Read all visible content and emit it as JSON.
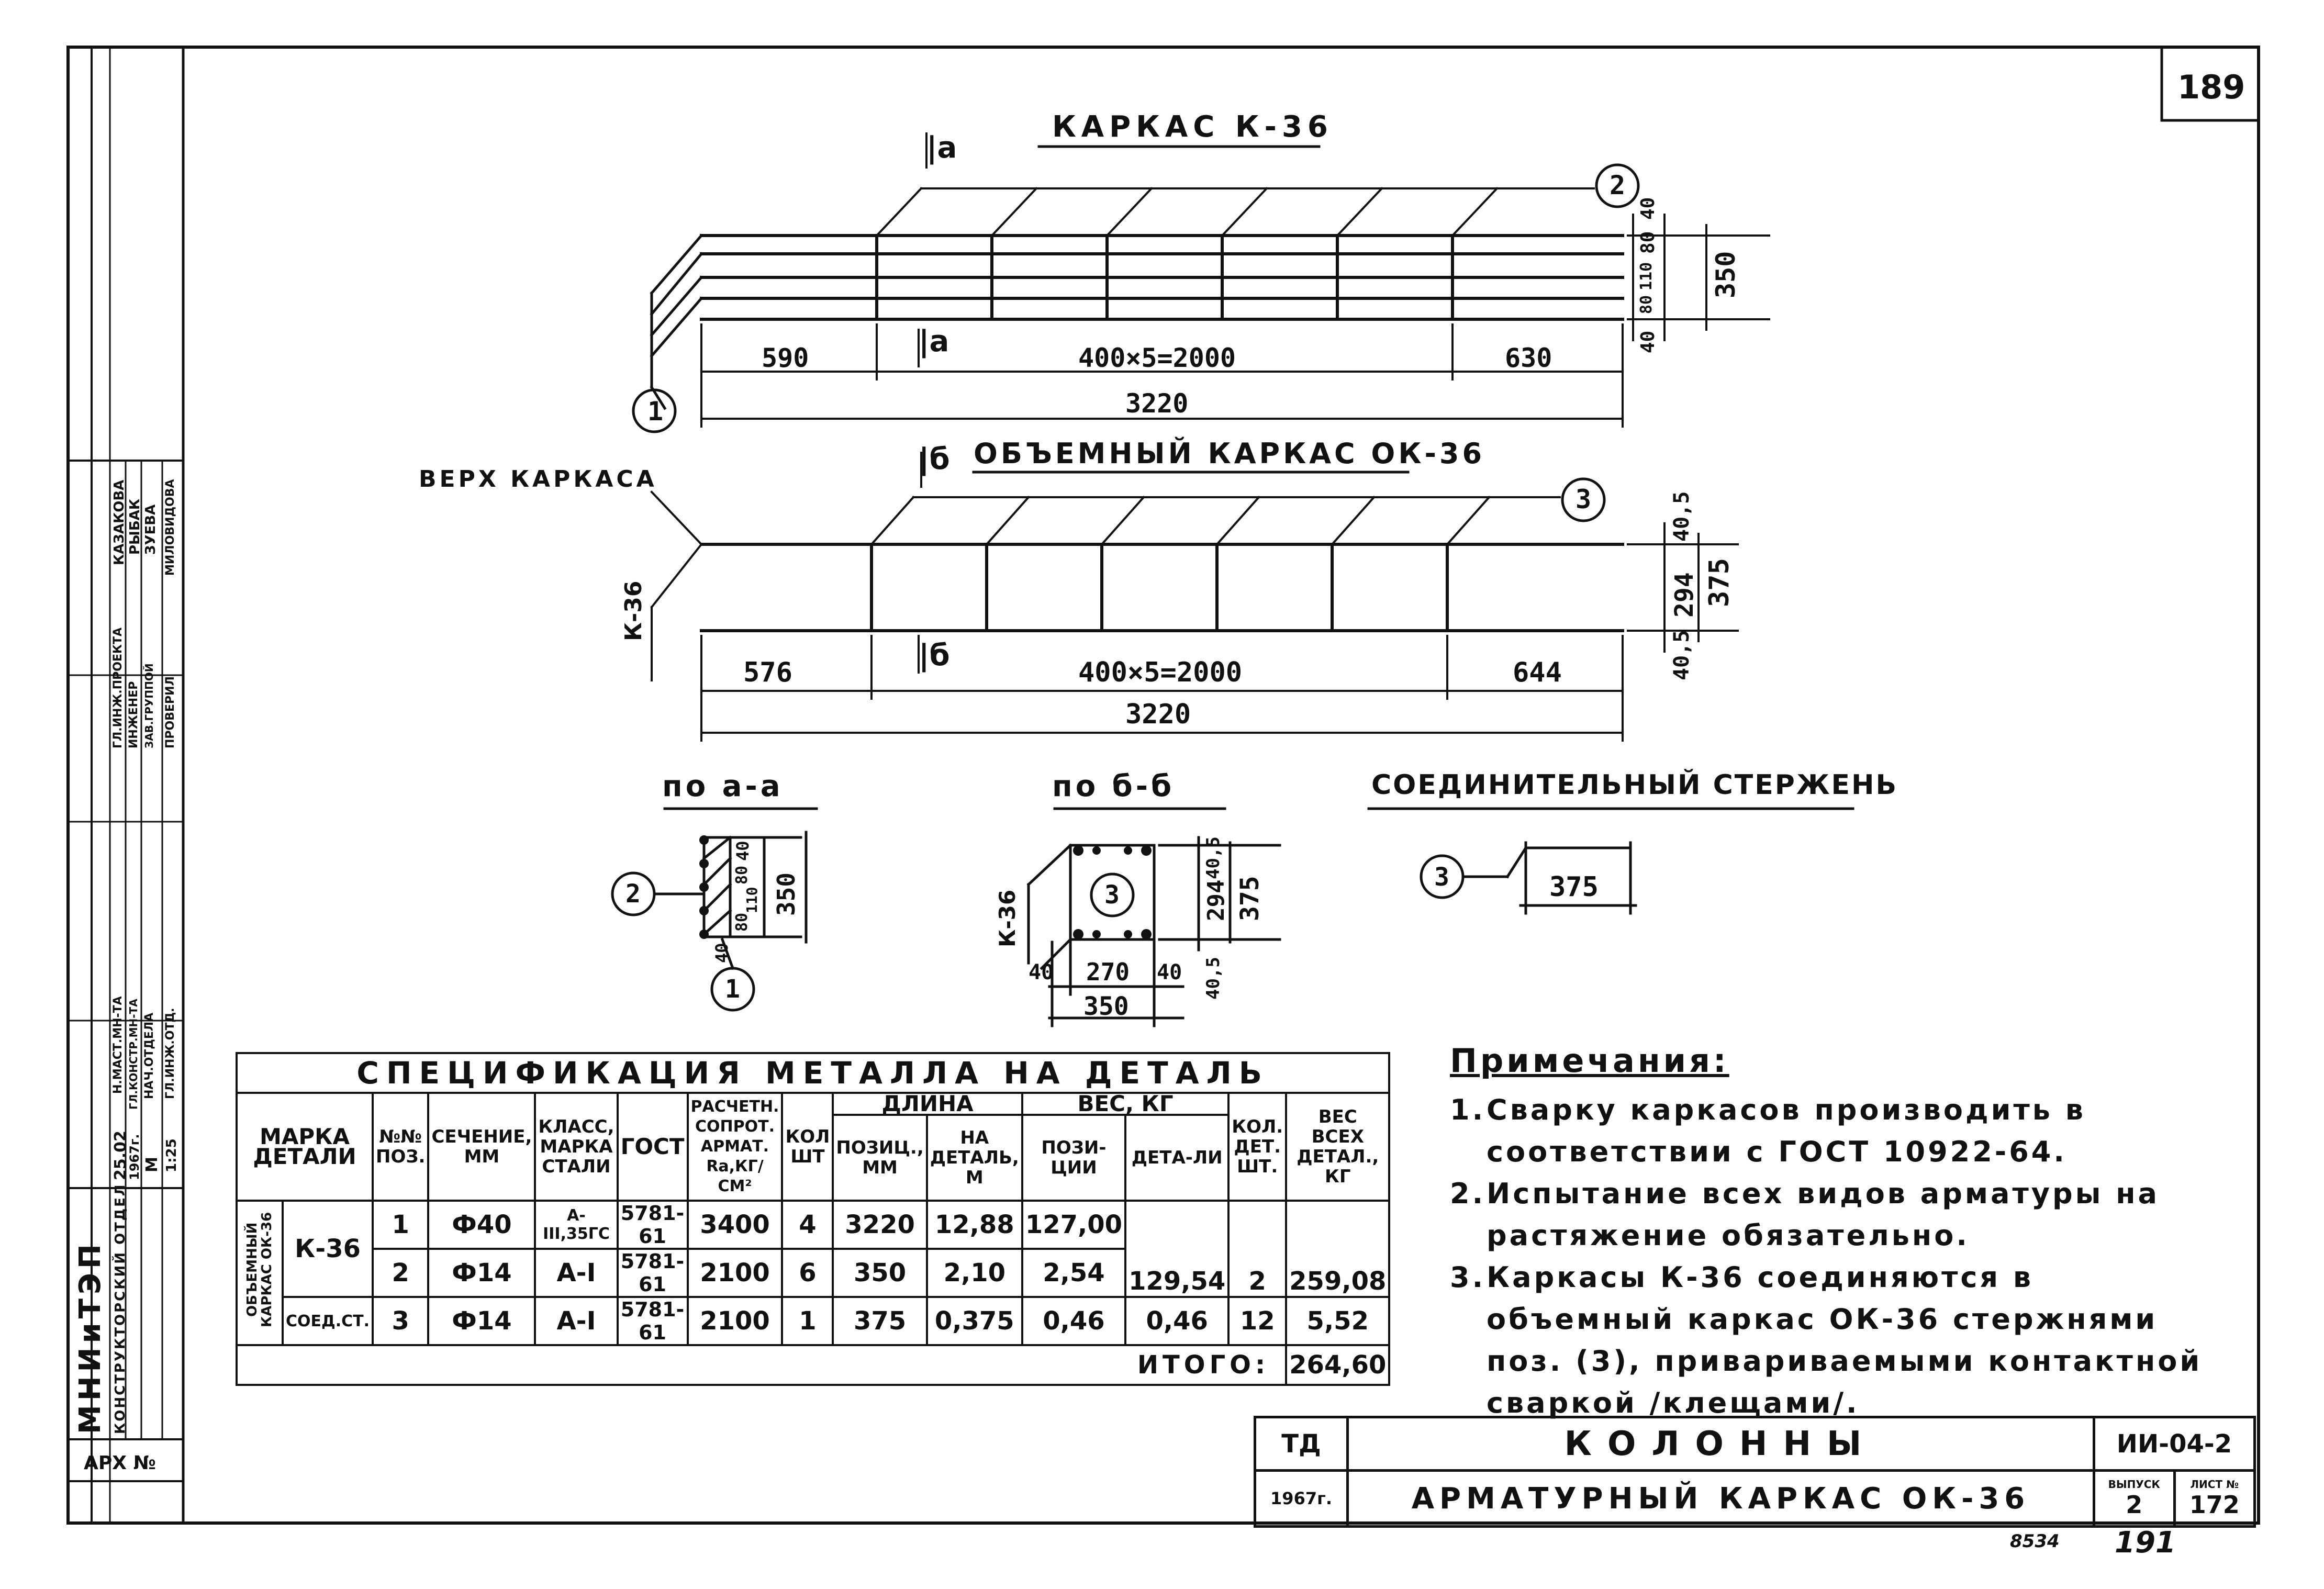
{
  "sheet": {
    "number": "189",
    "footer_code": "8534",
    "footer_page": "191"
  },
  "left_stamp": {
    "org": "МНИиТЭП",
    "dept": "КОНСТРУКТОРСКИЙ ОТДЕЛ",
    "dates": [
      "25.02",
      "1967г.",
      "М",
      "1:25"
    ],
    "roles": [
      "Н.МАСТ.МН-ТА",
      "ГЛ.КОНСТР.МН-ТА",
      "НАЧ.ОТДЕЛА",
      "ГЛ.ИНЖ.ОТД.",
      "ГЛ.ИНЖ.ПРОЕКТА",
      "ИНЖЕНЕР",
      "ЗАВ.ГРУППОЙ",
      "ПРОВЕРИЛ"
    ],
    "names": [
      "КАЗАКОВА",
      "РЫБАК",
      "ЗУЕВА",
      "МИЛОВИДОВА"
    ],
    "arch_label": "АРХ №"
  },
  "drawings": {
    "k36": {
      "title": "КАРКАС К-36",
      "section_mark_top": "|a",
      "section_mark_bottom": "|a",
      "pos1": "1",
      "pos2": "2",
      "dims_h": [
        "590",
        "400×5=2000",
        "630"
      ],
      "total": "3220",
      "dims_v": [
        "40",
        "80",
        "110",
        "80",
        "40"
      ],
      "total_v": "350"
    },
    "ok36": {
      "title": "ОБЪЕМНЫЙ КАРКАС ОК-36",
      "section_mark": "|б",
      "top_label": "ВЕРХ КАРКАСА",
      "side_label": "К-36",
      "pos3": "3",
      "dims_h": [
        "576",
        "400×5=2000",
        "644"
      ],
      "total": "3220",
      "dims_v": [
        "40,5",
        "294",
        "40,5"
      ],
      "total_v": "375"
    },
    "section_aa": {
      "title": "по а-а",
      "pos2": "2",
      "pos1": "1",
      "dims_v": [
        "40",
        "80",
        "110",
        "80",
        "40"
      ],
      "total_v": "350"
    },
    "section_bb": {
      "title": "по б-б",
      "side_label": "К-36",
      "pos3": "3",
      "dims_v": [
        "40,5",
        "294",
        "40,5"
      ],
      "total_v": "375",
      "dims_h": [
        "40",
        "270",
        "40"
      ],
      "total_h": "350"
    },
    "connector": {
      "title": "СОЕДИНИТЕЛЬНЫЙ СТЕРЖЕНЬ",
      "pos3": "3",
      "length": "375"
    }
  },
  "spec_table": {
    "caption": "СПЕЦИФИКАЦИЯ МЕТАЛЛА НА ДЕТАЛЬ",
    "headers": {
      "mark": "МАРКА ДЕТАЛИ",
      "pos": "№№ ПОЗ.",
      "section": "СЕЧЕНИЕ, ММ",
      "class": "КЛАСС, МАРКА СТАЛИ",
      "gost": "ГОСТ",
      "resist": "РАСЧЕТН. СОПРОТ. АРМАТ. Ra,КГ/СМ²",
      "qty": "КОЛ ШТ",
      "length": "ДЛИНА",
      "len_pos": "ПОЗИЦ., ММ",
      "len_det": "НА ДЕТАЛЬ, М",
      "weight": "ВЕС, КГ",
      "w_pos": "ПОЗИ-ЦИИ",
      "w_det": "ДЕТА-ЛИ",
      "det_qty": "КОЛ. ДЕТ. ШТ.",
      "total_w": "ВЕС ВСЕХ ДЕТАЛ., КГ"
    },
    "group_label": "ОБЪЕМНЫЙ КАРКАС ОК-36",
    "rows": [
      {
        "mark": "К-36",
        "pos": "1",
        "section": "Ф40",
        "class": "А-III,35ГС",
        "gost": "5781-61",
        "resist": "3400",
        "qty": "4",
        "len_pos": "3220",
        "len_det": "12,88",
        "w_pos": "127,00",
        "w_det": "",
        "det_qty": "",
        "total": ""
      },
      {
        "mark": "",
        "pos": "2",
        "section": "Ф14",
        "class": "А-I",
        "gost": "5781-61",
        "resist": "2100",
        "qty": "6",
        "len_pos": "350",
        "len_det": "2,10",
        "w_pos": "2,54",
        "w_det": "129,54",
        "det_qty": "2",
        "total": "259,08"
      },
      {
        "mark": "СОЕД.СТ.",
        "pos": "3",
        "section": "Ф14",
        "class": "А-I",
        "gost": "5781-61",
        "resist": "2100",
        "qty": "1",
        "len_pos": "375",
        "len_det": "0,375",
        "w_pos": "0,46",
        "w_det": "0,46",
        "det_qty": "12",
        "total": "5,52"
      }
    ],
    "total_label": "ИТОГО:",
    "total_value": "264,60"
  },
  "notes": {
    "heading": "Примечания:",
    "items": [
      {
        "n": "1.",
        "text": "Сварку каркасов производить в соответствии с ГОСТ 10922-64."
      },
      {
        "n": "2.",
        "text": "Испытание всех видов арматуры на растяжение обязательно."
      },
      {
        "n": "3.",
        "text": "Каркасы К-36 соединяются в объемный каркас ОК-36 стержнями поз. (3), привариваемыми контактной сваркой /клещами/."
      }
    ]
  },
  "title_block": {
    "td": "ТД",
    "year": "1967г.",
    "title": "КОЛОННЫ",
    "subtitle": "АРМАТУРНЫЙ КАРКАС ОК-36",
    "code": "ИИ-04-2",
    "issue_label": "ВЫПУСК",
    "issue": "2",
    "sheet_label": "ЛИСТ №",
    "sheet": "172"
  }
}
